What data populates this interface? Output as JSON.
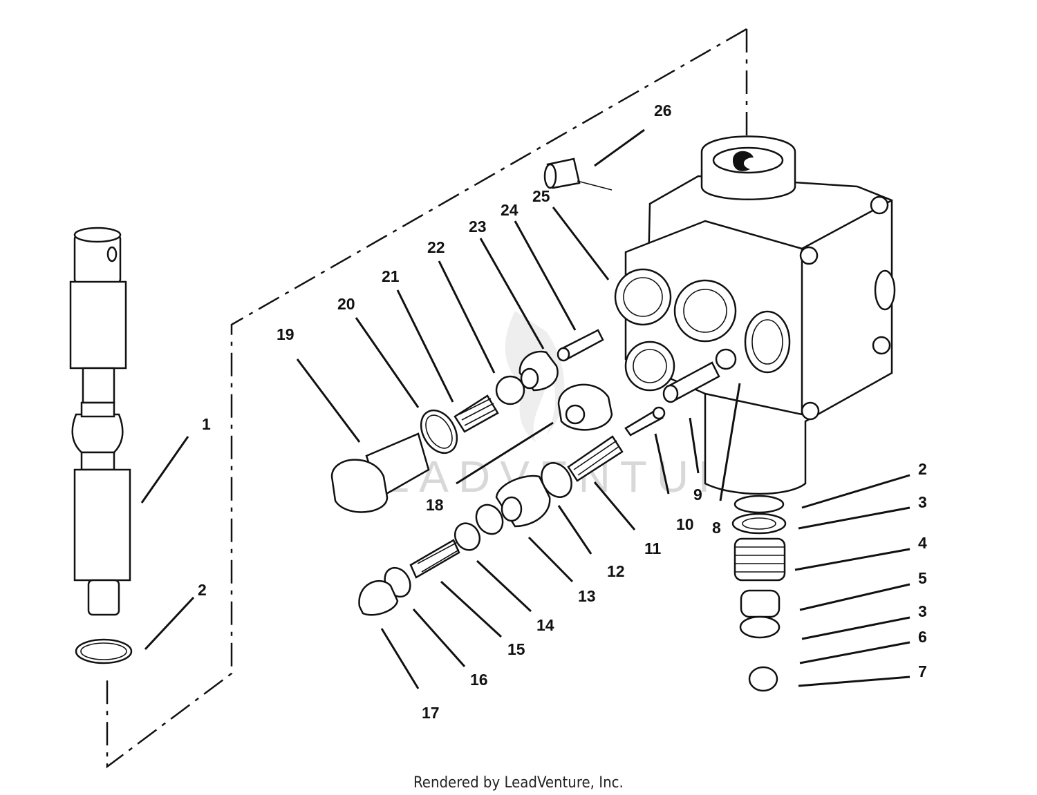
{
  "callouts": [
    "1",
    "2",
    "2",
    "3",
    "4",
    "5",
    "3",
    "6",
    "7",
    "8",
    "9",
    "10",
    "11",
    "12",
    "13",
    "14",
    "15",
    "16",
    "17",
    "18",
    "19",
    "20",
    "21",
    "22",
    "23",
    "24",
    "25",
    "26"
  ],
  "watermark": "LEADVENTURE",
  "footer": "Rendered by LeadVenture, Inc."
}
